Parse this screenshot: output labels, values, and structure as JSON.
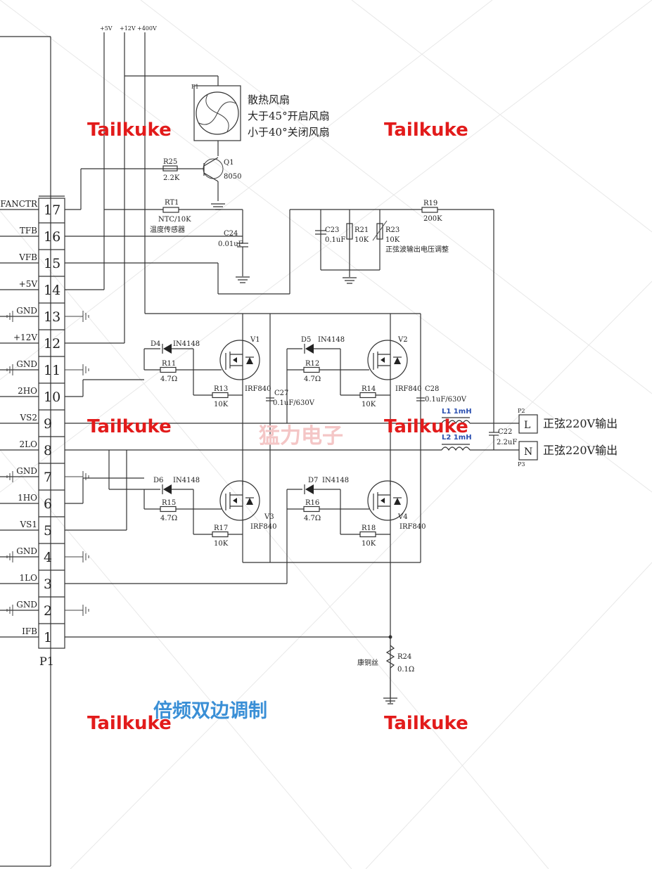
{
  "watermarks": {
    "brand": "Tailkuke",
    "chinese": "猛力电子"
  },
  "title": "倍频双边调制",
  "rails": [
    "+5V",
    "+12V",
    "+400V"
  ],
  "connector": {
    "name": "P1",
    "pins": [
      {
        "num": "17",
        "label": "FANCTR"
      },
      {
        "num": "16",
        "label": "TFB"
      },
      {
        "num": "15",
        "label": "VFB"
      },
      {
        "num": "14",
        "label": "+5V"
      },
      {
        "num": "13",
        "label": "GND"
      },
      {
        "num": "12",
        "label": "+12V"
      },
      {
        "num": "11",
        "label": "GND"
      },
      {
        "num": "10",
        "label": "2HO"
      },
      {
        "num": "9",
        "label": "VS2"
      },
      {
        "num": "8",
        "label": "2LO"
      },
      {
        "num": "7",
        "label": "GND"
      },
      {
        "num": "6",
        "label": "1HO"
      },
      {
        "num": "5",
        "label": "VS1"
      },
      {
        "num": "4",
        "label": "GND"
      },
      {
        "num": "3",
        "label": "1LO"
      },
      {
        "num": "2",
        "label": "GND"
      },
      {
        "num": "1",
        "label": "IFB"
      }
    ]
  },
  "fan": {
    "ref": "F1",
    "desc": "散热风扇",
    "on": "大于45°开启风扇",
    "off": "小于40°关闭风扇"
  },
  "q1": {
    "ref": "Q1",
    "part": "8050"
  },
  "r25": {
    "ref": "R25",
    "value": "2.2K"
  },
  "rt1": {
    "ref": "RT1",
    "value": "NTC/10K",
    "desc": "温度传感器"
  },
  "c24": {
    "ref": "C24",
    "value": "0.01uF"
  },
  "c23": {
    "ref": "C23",
    "value": "0.1uF"
  },
  "r21": {
    "ref": "R21",
    "value": "10K"
  },
  "r23": {
    "ref": "R23",
    "value": "10K",
    "desc": "正弦波输出电压调整"
  },
  "r19": {
    "ref": "R19",
    "value": "200K"
  },
  "mosfets": [
    {
      "ref": "V1",
      "part": "IRF840"
    },
    {
      "ref": "V2",
      "part": "IRF840"
    },
    {
      "ref": "V3",
      "part": "IRF840"
    },
    {
      "ref": "V4",
      "part": "IRF840"
    }
  ],
  "diodes": [
    {
      "ref": "D4",
      "part": "IN4148"
    },
    {
      "ref": "D5",
      "part": "IN4148"
    },
    {
      "ref": "D6",
      "part": "IN4148"
    },
    {
      "ref": "D7",
      "part": "IN4148"
    }
  ],
  "gate_res": [
    {
      "ref": "R11",
      "value": "4.7Ω"
    },
    {
      "ref": "R12",
      "value": "4.7Ω"
    },
    {
      "ref": "R15",
      "value": "4.7Ω"
    },
    {
      "ref": "R16",
      "value": "4.7Ω"
    }
  ],
  "pull_res": [
    {
      "ref": "R13",
      "value": "10K"
    },
    {
      "ref": "R14",
      "value": "10K"
    },
    {
      "ref": "R17",
      "value": "10K"
    },
    {
      "ref": "R18",
      "value": "10K"
    }
  ],
  "c27": {
    "ref": "C27",
    "value": "0.1uF/630V"
  },
  "c28": {
    "ref": "C28",
    "value": "0.1uF/630V"
  },
  "l1": {
    "label": "L1 1mH"
  },
  "l2": {
    "label": "L2 1mH"
  },
  "c22": {
    "ref": "C22",
    "value": "2.2uF"
  },
  "outputs": [
    {
      "ref": "P2",
      "pin": "L",
      "label": "正弦220V输出"
    },
    {
      "ref": "P3",
      "pin": "N",
      "label": "正弦220V输出"
    }
  ],
  "r24": {
    "ref": "R24",
    "value": "0.1Ω",
    "desc": "康铜丝"
  }
}
